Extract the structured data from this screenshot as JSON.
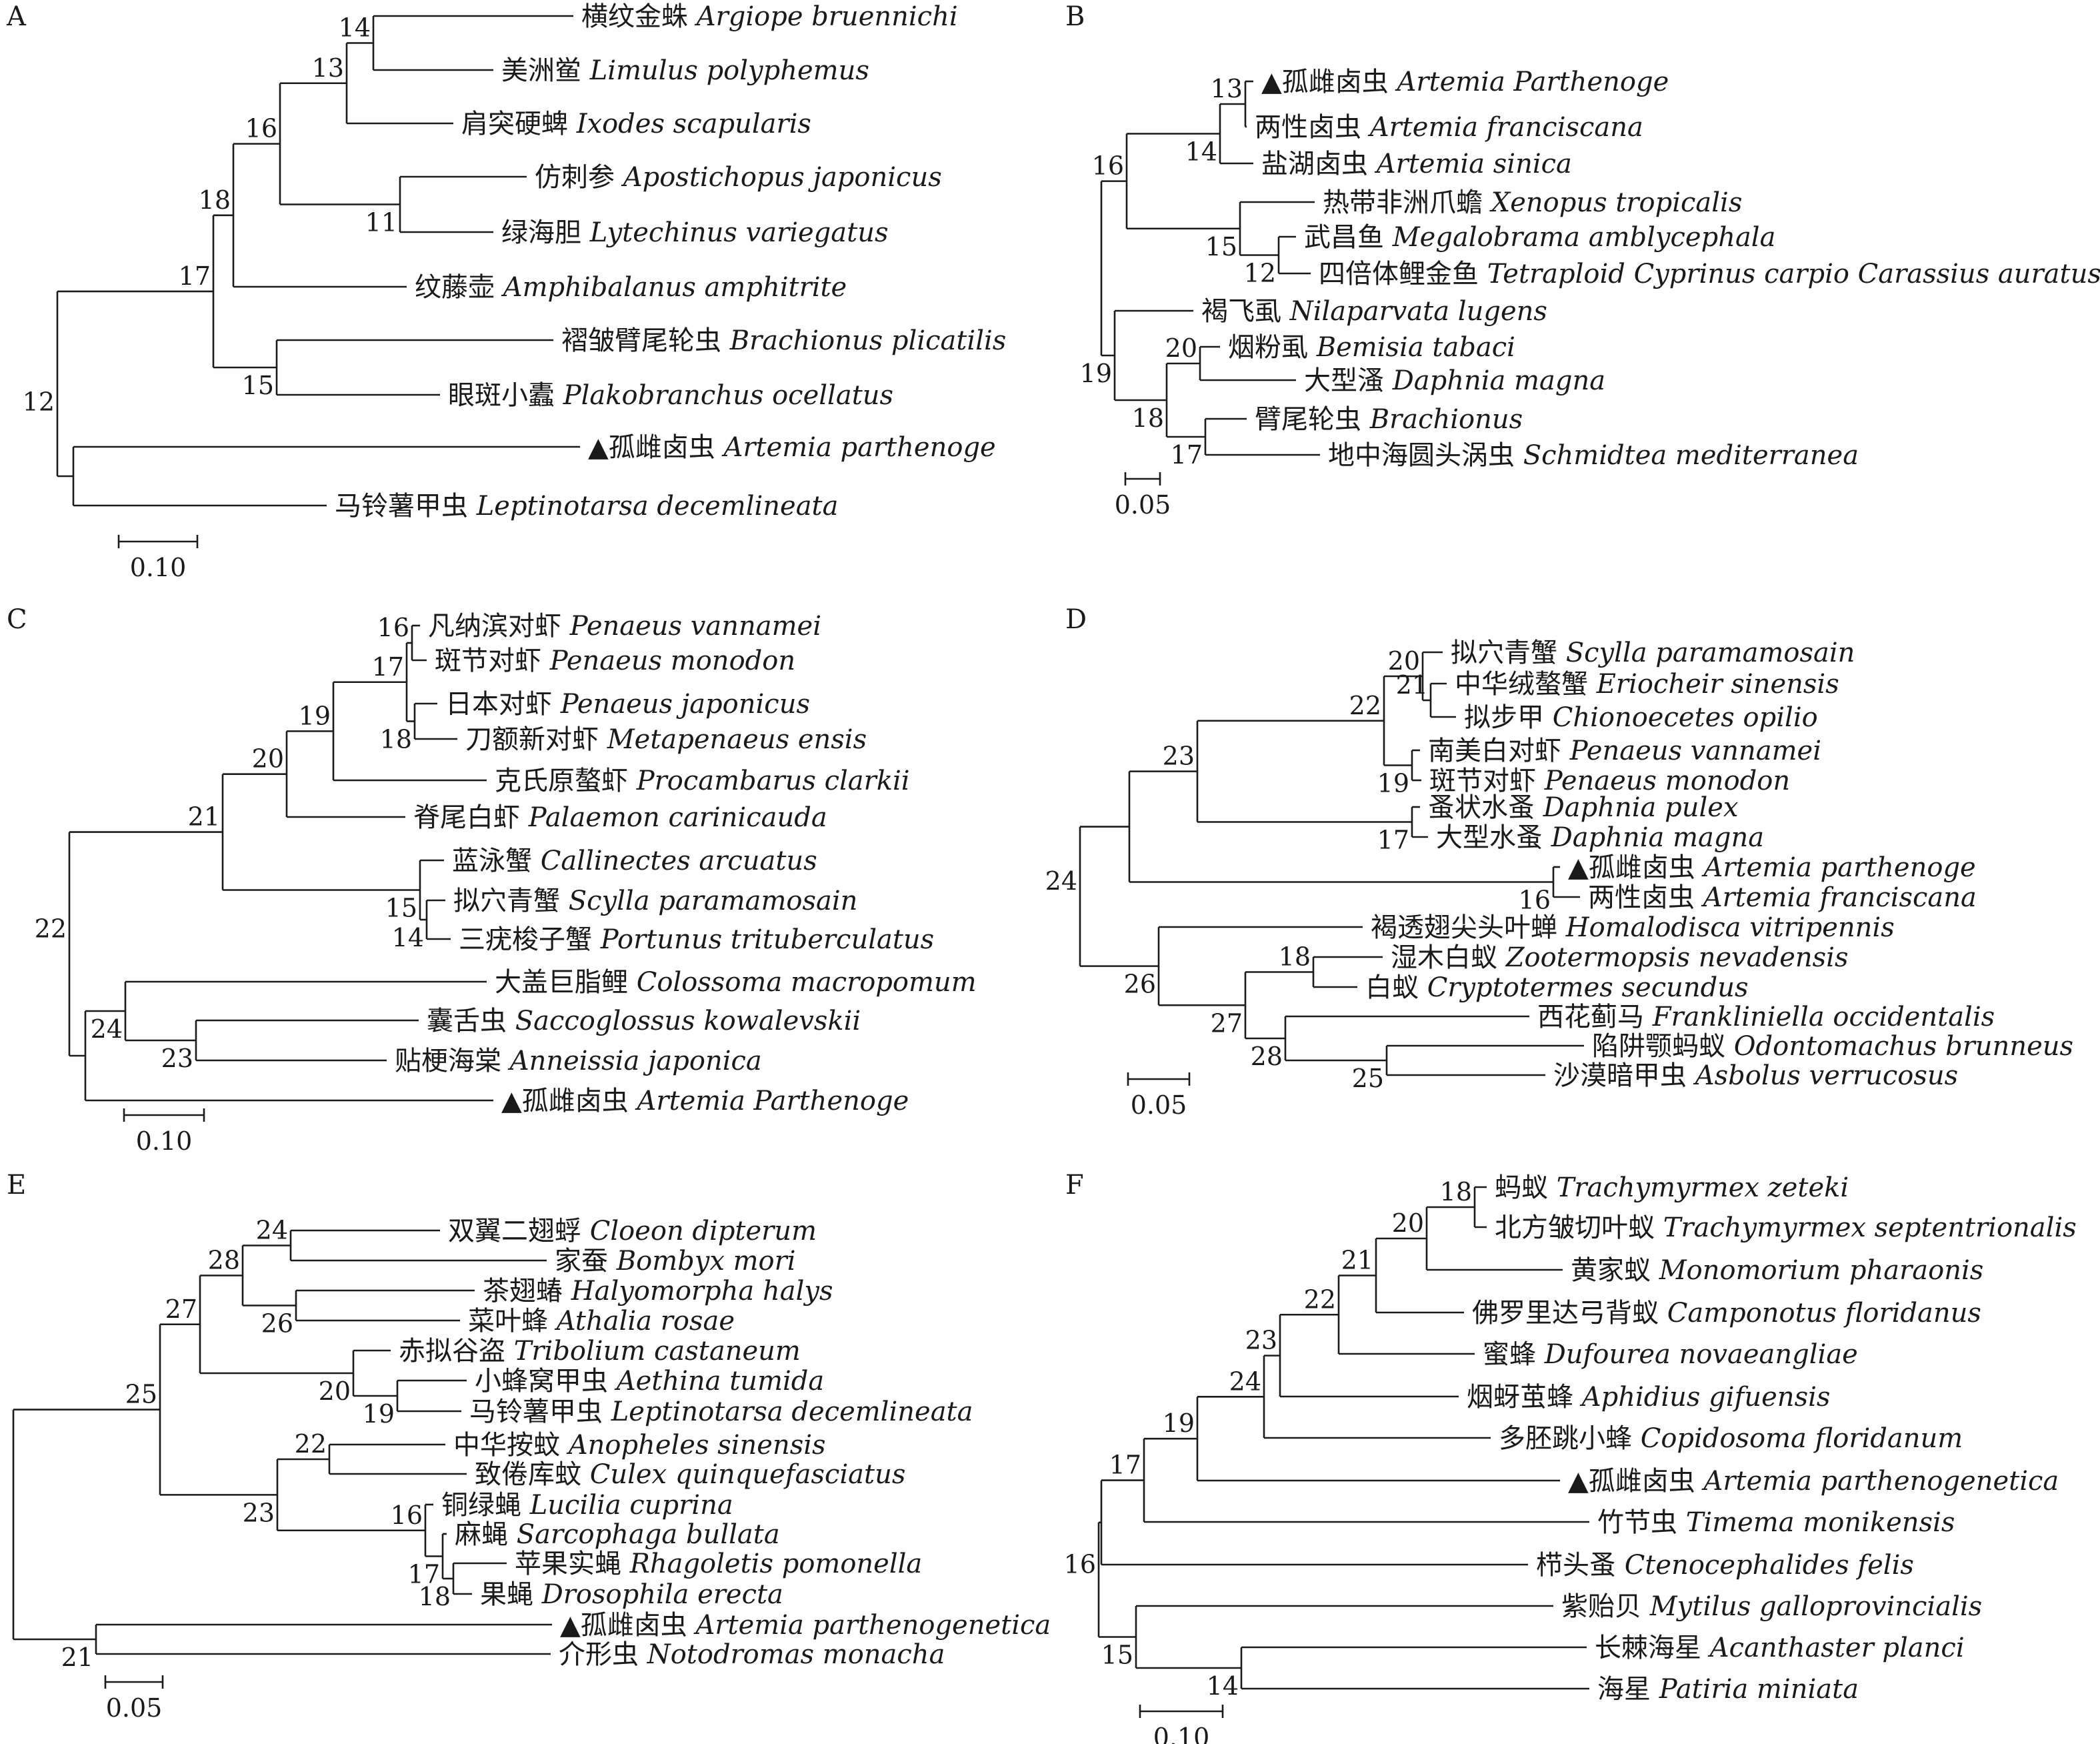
{
  "figure": {
    "panels": [
      {
        "letter": "A",
        "scale": "0.10",
        "taxa": [
          {
            "id": "a1",
            "cn": "横纹金蛛",
            "latin": "Argiope bruennichi",
            "marked": false
          },
          {
            "id": "a2",
            "cn": "美洲鲎",
            "latin": "Limulus polyphemus",
            "marked": false
          },
          {
            "id": "a3",
            "cn": "肩突硬蜱",
            "latin": "Ixodes scapularis",
            "marked": false
          },
          {
            "id": "a4",
            "cn": "仿刺参",
            "latin": "Apostichopus japonicus",
            "marked": false
          },
          {
            "id": "a5",
            "cn": "绿海胆",
            "latin": "Lytechinus variegatus",
            "marked": false
          },
          {
            "id": "a6",
            "cn": "纹藤壶",
            "latin": "Amphibalanus amphitrite",
            "marked": false
          },
          {
            "id": "a7",
            "cn": "褶皱臂尾轮虫",
            "latin": "Brachionus plicatilis",
            "marked": false
          },
          {
            "id": "a8",
            "cn": "眼斑小蠹",
            "latin": "Plakobranchus ocellatus",
            "marked": false
          },
          {
            "id": "a9",
            "cn": "孤雌卤虫",
            "latin": "Artemia parthenoge",
            "marked": true
          },
          {
            "id": "a10",
            "cn": "马铃薯甲虫",
            "latin": "Leptinotarsa decemlineata",
            "marked": false
          }
        ],
        "nodes": [
          "14",
          "13",
          "16",
          "11",
          "18",
          "17",
          "15",
          "12"
        ]
      },
      {
        "letter": "B",
        "scale": "0.05",
        "taxa": [
          {
            "id": "b1",
            "cn": "孤雌卤虫",
            "latin": "Artemia Parthenoge",
            "marked": true
          },
          {
            "id": "b2",
            "cn": "两性卤虫",
            "latin": "Artemia franciscana",
            "marked": false
          },
          {
            "id": "b3",
            "cn": "盐湖卤虫",
            "latin": "Artemia sinica",
            "marked": false
          },
          {
            "id": "b4",
            "cn": "热带非洲爪蟾",
            "latin": "Xenopus tropicalis",
            "marked": false
          },
          {
            "id": "b5",
            "cn": "武昌鱼",
            "latin": "Megalobrama amblycephala",
            "marked": false
          },
          {
            "id": "b6",
            "cn": "四倍体鲤金鱼",
            "latin": "Tetraploid Cyprinus carpio Carassius auratus",
            "marked": false
          },
          {
            "id": "b7",
            "cn": "褐飞虱",
            "latin": "Nilaparvata lugens",
            "marked": false
          },
          {
            "id": "b8",
            "cn": "烟粉虱",
            "latin": "Bemisia tabaci",
            "marked": false
          },
          {
            "id": "b9",
            "cn": "大型溞",
            "latin": "Daphnia magna",
            "marked": false
          },
          {
            "id": "b10",
            "cn": "臂尾轮虫",
            "latin": "Brachionus",
            "marked": false
          },
          {
            "id": "b11",
            "cn": "地中海圆头涡虫",
            "latin": "Schmidtea mediterranea",
            "marked": false
          }
        ],
        "nodes": [
          "13",
          "14",
          "16",
          "15",
          "12",
          "19",
          "20",
          "18",
          "17"
        ]
      },
      {
        "letter": "C",
        "scale": "0.10",
        "taxa": [
          {
            "id": "c1",
            "cn": "凡纳滨对虾",
            "latin": "Penaeus vannamei",
            "marked": false
          },
          {
            "id": "c2",
            "cn": "斑节对虾",
            "latin": "Penaeus monodon",
            "marked": false
          },
          {
            "id": "c3",
            "cn": "日本对虾",
            "latin": "Penaeus japonicus",
            "marked": false
          },
          {
            "id": "c4",
            "cn": "刀额新对虾",
            "latin": "Metapenaeus ensis",
            "marked": false
          },
          {
            "id": "c5",
            "cn": "克氏原螯虾",
            "latin": "Procambarus clarkii",
            "marked": false
          },
          {
            "id": "c6",
            "cn": "脊尾白虾",
            "latin": "Palaemon carinicauda",
            "marked": false
          },
          {
            "id": "c7",
            "cn": "蓝泳蟹",
            "latin": "Callinectes arcuatus",
            "marked": false
          },
          {
            "id": "c8",
            "cn": "拟穴青蟹",
            "latin": "Scylla paramamosain",
            "marked": false
          },
          {
            "id": "c9",
            "cn": "三疣梭子蟹",
            "latin": "Portunus trituberculatus",
            "marked": false
          },
          {
            "id": "c10",
            "cn": "大盖巨脂鲤",
            "latin": "Colossoma macropomum",
            "marked": false
          },
          {
            "id": "c11",
            "cn": "囊舌虫",
            "latin": "Saccoglossus kowalevskii",
            "marked": false
          },
          {
            "id": "c12",
            "cn": "贴梗海棠",
            "latin": "Anneissia japonica",
            "marked": false
          },
          {
            "id": "c13",
            "cn": "孤雌卤虫",
            "latin": "Artemia Parthenoge",
            "marked": true
          }
        ],
        "nodes": [
          "16",
          "17",
          "18",
          "19",
          "20",
          "21",
          "15",
          "14",
          "22",
          "24",
          "23"
        ]
      },
      {
        "letter": "D",
        "scale": "0.05",
        "taxa": [
          {
            "id": "d1",
            "cn": "拟穴青蟹",
            "latin": "Scylla paramamosain",
            "marked": false
          },
          {
            "id": "d2",
            "cn": "中华绒螯蟹",
            "latin": "Eriocheir sinensis",
            "marked": false
          },
          {
            "id": "d3",
            "cn": "拟步甲",
            "latin": "Chionoecetes opilio",
            "marked": false
          },
          {
            "id": "d4",
            "cn": "南美白对虾",
            "latin": "Penaeus vannamei",
            "marked": false
          },
          {
            "id": "d5",
            "cn": "斑节对虾",
            "latin": "Penaeus monodon",
            "marked": false
          },
          {
            "id": "d6",
            "cn": "蚤状水蚤",
            "latin": "Daphnia pulex",
            "marked": false
          },
          {
            "id": "d7",
            "cn": "大型水蚤",
            "latin": "Daphnia magna",
            "marked": false
          },
          {
            "id": "d8",
            "cn": "孤雌卤虫",
            "latin": "Artemia parthenoge",
            "marked": true
          },
          {
            "id": "d9",
            "cn": "两性卤虫",
            "latin": "Artemia franciscana",
            "marked": false
          },
          {
            "id": "d10",
            "cn": "褐透翅尖头叶蝉",
            "latin": "Homalodisca vitripennis",
            "marked": false
          },
          {
            "id": "d11",
            "cn": "湿木白蚁",
            "latin": "Zootermopsis nevadensis",
            "marked": false
          },
          {
            "id": "d12",
            "cn": "白蚁",
            "latin": "Cryptotermes secundus",
            "marked": false
          },
          {
            "id": "d13",
            "cn": "西花蓟马",
            "latin": "Frankliniella occidentalis",
            "marked": false
          },
          {
            "id": "d14",
            "cn": "陷阱颚蚂蚁",
            "latin": "Odontomachus brunneus",
            "marked": false
          },
          {
            "id": "d15",
            "cn": "沙漠暗甲虫",
            "latin": "Asbolus verrucosus",
            "marked": false
          }
        ],
        "nodes": [
          "20",
          "21",
          "22",
          "19",
          "23",
          "17",
          "24",
          "16",
          "26",
          "18",
          "27",
          "28",
          "25"
        ]
      },
      {
        "letter": "E",
        "scale": "0.05",
        "taxa": [
          {
            "id": "e1",
            "cn": "双翼二翅蜉",
            "latin": "Cloeon dipterum",
            "marked": false
          },
          {
            "id": "e2",
            "cn": "家蚕",
            "latin": "Bombyx mori",
            "marked": false
          },
          {
            "id": "e3",
            "cn": "茶翅蝽",
            "latin": "Halyomorpha halys",
            "marked": false
          },
          {
            "id": "e4",
            "cn": "菜叶蜂",
            "latin": "Athalia rosae",
            "marked": false
          },
          {
            "id": "e5",
            "cn": "赤拟谷盗",
            "latin": "Tribolium castaneum",
            "marked": false
          },
          {
            "id": "e6",
            "cn": "小蜂窝甲虫",
            "latin": "Aethina tumida",
            "marked": false
          },
          {
            "id": "e7",
            "cn": "马铃薯甲虫",
            "latin": "Leptinotarsa decemlineata",
            "marked": false
          },
          {
            "id": "e8",
            "cn": "中华按蚊",
            "latin": "Anopheles sinensis",
            "marked": false
          },
          {
            "id": "e9",
            "cn": "致倦库蚊",
            "latin": "Culex quinquefasciatus",
            "marked": false
          },
          {
            "id": "e10",
            "cn": "铜绿蝇",
            "latin": "Lucilia cuprina",
            "marked": false
          },
          {
            "id": "e11",
            "cn": "麻蝇",
            "latin": "Sarcophaga bullata",
            "marked": false
          },
          {
            "id": "e12",
            "cn": "苹果实蝇",
            "latin": "Rhagoletis pomonella",
            "marked": false
          },
          {
            "id": "e13",
            "cn": "果蝇",
            "latin": "Drosophila erecta",
            "marked": false
          },
          {
            "id": "e14",
            "cn": "孤雌卤虫",
            "latin": "Artemia parthenogenetica",
            "marked": true
          },
          {
            "id": "e15",
            "cn": "介形虫",
            "latin": "Notodromas monacha",
            "marked": false
          }
        ],
        "nodes": [
          "24",
          "28",
          "26",
          "27",
          "20",
          "19",
          "25",
          "22",
          "16",
          "23",
          "17",
          "18",
          "21"
        ]
      },
      {
        "letter": "F",
        "scale": "0.10",
        "taxa": [
          {
            "id": "f1",
            "cn": "蚂蚁",
            "latin": "Trachymyrmex zeteki",
            "marked": false
          },
          {
            "id": "f2",
            "cn": "北方皱切叶蚁",
            "latin": "Trachymyrmex septentrionalis",
            "marked": false
          },
          {
            "id": "f3",
            "cn": "黄家蚁",
            "latin": "Monomorium pharaonis",
            "marked": false
          },
          {
            "id": "f4",
            "cn": "佛罗里达弓背蚁",
            "latin": "Camponotus floridanus",
            "marked": false
          },
          {
            "id": "f5",
            "cn": "蜜蜂",
            "latin": "Dufourea novaeangliae",
            "marked": false
          },
          {
            "id": "f6",
            "cn": "烟蚜茧蜂",
            "latin": "Aphidius gifuensis",
            "marked": false
          },
          {
            "id": "f7",
            "cn": "多胚跳小蜂",
            "latin": "Copidosoma floridanum",
            "marked": false
          },
          {
            "id": "f8",
            "cn": "孤雌卤虫",
            "latin": "Artemia parthenogenetica",
            "marked": true
          },
          {
            "id": "f9",
            "cn": "竹节虫",
            "latin": "Timema monikensis",
            "marked": false
          },
          {
            "id": "f10",
            "cn": "栉头蚤",
            "latin": "Ctenocephalides felis",
            "marked": false
          },
          {
            "id": "f11",
            "cn": "紫贻贝",
            "latin": "Mytilus galloprovincialis",
            "marked": false
          },
          {
            "id": "f12",
            "cn": "长棘海星",
            "latin": "Acanthaster planci",
            "marked": false
          },
          {
            "id": "f13",
            "cn": "海星",
            "latin": "Patiria miniata",
            "marked": false
          }
        ],
        "nodes": [
          "18",
          "20",
          "21",
          "22",
          "23",
          "24",
          "19",
          "17",
          "16",
          "15",
          "14"
        ]
      }
    ],
    "marker_symbol": "▲"
  }
}
